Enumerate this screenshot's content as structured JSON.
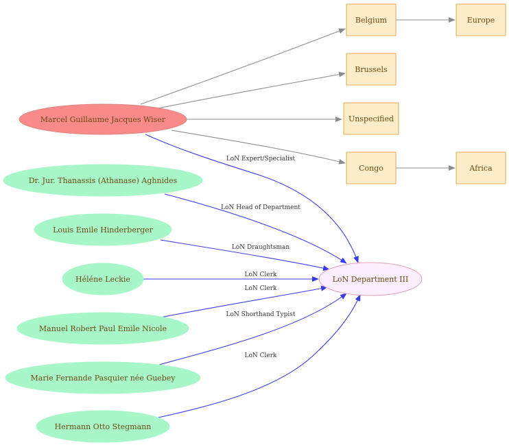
{
  "colors": {
    "center_fill": "#f98a8a",
    "center_stroke": "#e08080",
    "person_fill": "#a8f7c8",
    "person_stroke": "#a8f7c8",
    "dept_fill": "#fdeefd",
    "dept_stroke": "#e7a2b9",
    "box_fill": "#fdecc8",
    "box_stroke": "#e2aa55",
    "grey_edge": "#8c8c8c",
    "blue_edge": "#3a3ae8",
    "text": "#6b4a12"
  },
  "nodes": {
    "marcel": "Marcel Guillaume Jacques Wiser",
    "aghnides": "Dr. Jur. Thanassis (Athanase) Aghnides",
    "hinderberger": "Louis Emile Hinderberger",
    "leckie": "Héléne Leckie",
    "nicole": "Manuel Robert Paul Emile Nicole",
    "guebey": "Marie Fernande Pasquier née Guebey",
    "stegmann": "Hermann Otto Stegmann",
    "dept": "LoN Department III",
    "belgium": "Belgium",
    "europe": "Europe",
    "brussels": "Brussels",
    "unspecified": "Unspecified",
    "congo": "Congo",
    "africa": "Africa"
  },
  "edge_labels": {
    "marcel_dept": "LoN Expert/Specialist",
    "aghnides_dept": "LoN Head of Department",
    "hinderberger_dept": "LoN Draughtsman",
    "leckie_dept": "LoN Clerk",
    "nicole_dept": "LoN Clerk",
    "guebey_dept": "LoN Shorthand Typist",
    "stegmann_dept": "LoN Clerk"
  }
}
